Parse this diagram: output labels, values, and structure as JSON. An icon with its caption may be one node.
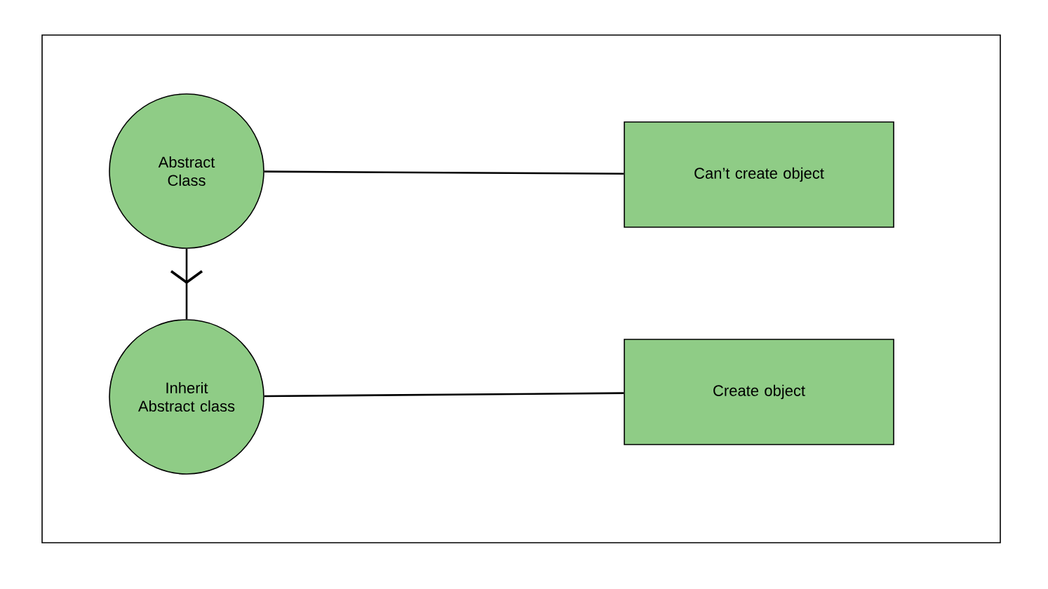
{
  "diagram": {
    "nodes": [
      {
        "text": [
          "Abstract Class"
        ]
      },
      {
        "text": [
          "Inherit Abstract class"
        ]
      },
      {
        "text": [
          "Can’t create object"
        ]
      },
      {
        "text": [
          "Create object"
        ]
      }
    ],
    "edges": [
      {
        "from": 0,
        "to": 1,
        "arrow": "to"
      },
      {
        "from": 0,
        "to": 2,
        "arrow": "none"
      },
      {
        "from": 1,
        "to": 3,
        "arrow": "none"
      }
    ]
  }
}
